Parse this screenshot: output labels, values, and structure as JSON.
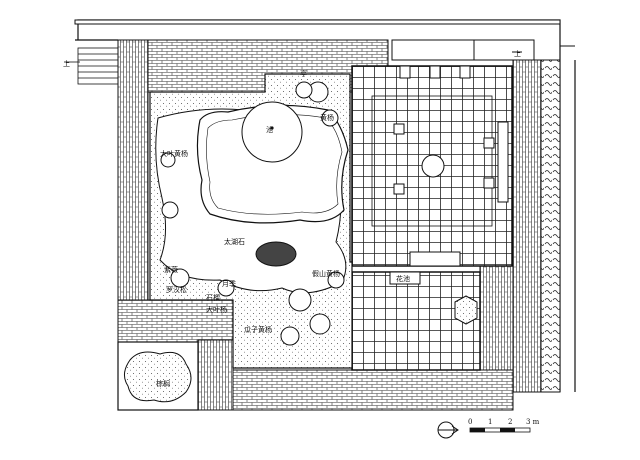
{
  "plan": {
    "labels": {
      "pavilion_top": "亭",
      "pond": "池",
      "plant_top_right": "黄杨",
      "plant_left": "大叶黄杨",
      "rock_center": "太湖石",
      "plant_left_mid": "紫薇",
      "plant_left_low": "罗汉松",
      "plant_lower_mid": "石榴",
      "plant_lower_mid2": "大叶杨",
      "plant_lower_left": "月季",
      "rock_right": "假山黄杨",
      "courtyard_label": "花池",
      "bottom_text": "瓜子黄杨",
      "bottom_left_text": "棕榈"
    },
    "side_marks": {
      "left": "上",
      "right": "上"
    },
    "scale_bar": {
      "ticks": [
        "0",
        "1",
        "2",
        "3 m"
      ]
    }
  },
  "colors": {
    "ink": "#1a1a1a",
    "paper": "#ffffff",
    "tile": "#2b2b2b"
  }
}
